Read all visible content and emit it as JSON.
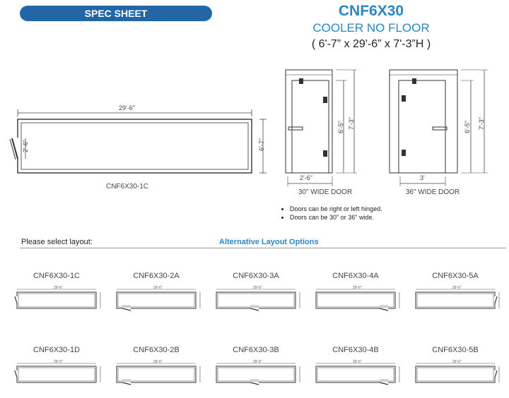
{
  "header": {
    "banner": "SPEC SHEET",
    "model": "CNF6X30",
    "description": "COOLER NO FLOOR",
    "dimensions": "( 6'-7” x 29'-6” x 7'-3”H )"
  },
  "floor_plan": {
    "length_label": "29'-6\"",
    "width_label": "6'-7\"",
    "door_label": "2'-6\"",
    "caption": "CNF6X30-1C"
  },
  "doors": [
    {
      "width_label": "2'-6\"",
      "door_height": "6'-5\"",
      "total_height": "7'-3\"",
      "caption": "30\" WIDE DOOR"
    },
    {
      "width_label": "3'",
      "door_height": "6'-5\"",
      "total_height": "7'-3\"",
      "caption": "36\" WIDE DOOR"
    }
  ],
  "notes": [
    "Doors can be right or left hinged.",
    "Doors can be 30\" or 36\" wide."
  ],
  "layout_section": {
    "select_label": "Please select layout:",
    "alt_label": "Alternative Layout Options"
  },
  "layouts": [
    {
      "name": "CNF6X30-1C",
      "dim": "29'-6\"",
      "door": "left-end"
    },
    {
      "name": "CNF6X30-2A",
      "dim": "29'-6\"",
      "door": "front-left"
    },
    {
      "name": "CNF6X30-3A",
      "dim": "29'-6\"",
      "door": "front-center"
    },
    {
      "name": "CNF6X30-4A",
      "dim": "29'-6\"",
      "door": "front-right"
    },
    {
      "name": "CNF6X30-5A",
      "dim": "29'-6\"",
      "door": "right-end"
    },
    {
      "name": "CNF6X30-1D",
      "dim": "29'-6\"",
      "door": "left-end"
    },
    {
      "name": "CNF6X30-2B",
      "dim": "29'-6\"",
      "door": "front-left"
    },
    {
      "name": "CNF6X30-3B",
      "dim": "29'-6\"",
      "door": "front-center"
    },
    {
      "name": "CNF6X30-4B",
      "dim": "29'-6\"",
      "door": "front-right"
    },
    {
      "name": "CNF6X30-5B",
      "dim": "29'-6\"",
      "door": "right-end"
    }
  ]
}
